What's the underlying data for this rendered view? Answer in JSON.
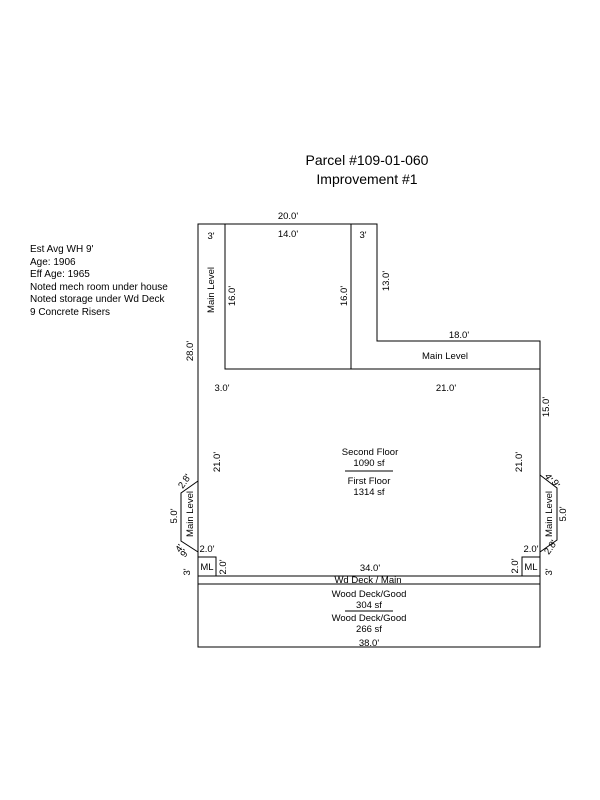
{
  "header": {
    "title": "Parcel #109-01-060",
    "subtitle": "Improvement #1"
  },
  "notes": [
    "Est Avg WH 9'",
    "Age: 1906",
    "Eff Age: 1965",
    "Noted mech room under house",
    "Noted storage under Wd Deck",
    "9 Concrete Risers"
  ],
  "dimensions": {
    "top_outer": "20.0'",
    "top_inner": "14.0'",
    "left_small": "3'",
    "mid_small": "3'",
    "left_16": "16.0'",
    "mid_16": "16.0'",
    "right_13": "13.0'",
    "left_28": "28.0'",
    "right_18": "18.0'",
    "left_3": "3.0'",
    "mid_21": "21.0'",
    "right_15": "15.0'",
    "left_21": "21.0'",
    "right_21": "21.0'",
    "left_bay_28": "2.8'",
    "left_bay_50": "5.0'",
    "left_bay_9": "9'",
    "left_bay_4": "4'",
    "left_bay_3": "3'",
    "right_bay_28": "2.8'",
    "right_bay_50": "5.0'",
    "right_bay_9": "9'",
    "right_bay_4": "4'",
    "right_bay_3": "3'",
    "left_ml_20h": "2.0'",
    "left_ml_20v": "2.0'",
    "right_ml_20h": "2.0'",
    "right_ml_20v": "2.0'",
    "deck_34": "34.0'",
    "bottom_38": "38.0'"
  },
  "labels": {
    "main_level_top_left": "Main Level",
    "main_level_right": "Main Level",
    "main_level_bay_left": "Main Level",
    "main_level_bay_right": "Main Level",
    "ml_left": "ML",
    "ml_right": "ML",
    "second_floor": "Second Floor",
    "second_floor_sf": "1090 sf",
    "first_floor": "First Floor",
    "first_floor_sf": "1314 sf",
    "wd_deck_main": "Wd Deck / Main",
    "wood_deck_1": "Wood Deck/Good",
    "wood_deck_1_sf": "304 sf",
    "wood_deck_2": "Wood Deck/Good",
    "wood_deck_2_sf": "266 sf"
  }
}
